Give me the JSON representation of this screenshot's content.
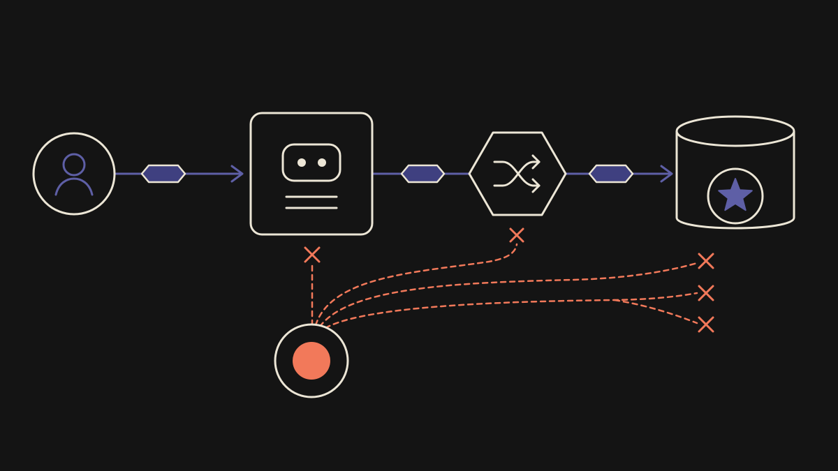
{
  "colors": {
    "background": "#141414",
    "outline": "#ece6d6",
    "flow": "#5e5fa6",
    "flow_token": "#3f4080",
    "blocked": "#f2795a"
  },
  "nodes": [
    {
      "id": "user",
      "icon": "user-icon",
      "shape": "circle"
    },
    {
      "id": "agent",
      "icon": "robot-icon",
      "shape": "rounded-square"
    },
    {
      "id": "router",
      "icon": "shuffle-icon",
      "shape": "hexagon"
    },
    {
      "id": "store",
      "icon": "star-icon",
      "shape": "cylinder"
    },
    {
      "id": "sink",
      "icon": "record-icon",
      "shape": "circle"
    }
  ],
  "flows": [
    {
      "from": "user",
      "to": "agent",
      "style": "solid",
      "token": true,
      "arrow": true
    },
    {
      "from": "agent",
      "to": "router",
      "style": "solid",
      "token": true,
      "arrow": false
    },
    {
      "from": "router",
      "to": "store",
      "style": "solid",
      "token": true,
      "arrow": true
    }
  ],
  "blocked_links": [
    {
      "from": "sink",
      "to": "agent",
      "style": "dashed",
      "marker": "cross-icon"
    },
    {
      "from": "sink",
      "to": "router",
      "style": "dashed",
      "marker": "cross-icon"
    },
    {
      "from": "sink",
      "to": "offscreen-1",
      "style": "dashed",
      "marker": "cross-icon"
    },
    {
      "from": "sink",
      "to": "offscreen-2",
      "style": "dashed",
      "marker": "cross-icon"
    },
    {
      "from": "sink",
      "to": "offscreen-3",
      "style": "dashed",
      "marker": "cross-icon"
    }
  ]
}
